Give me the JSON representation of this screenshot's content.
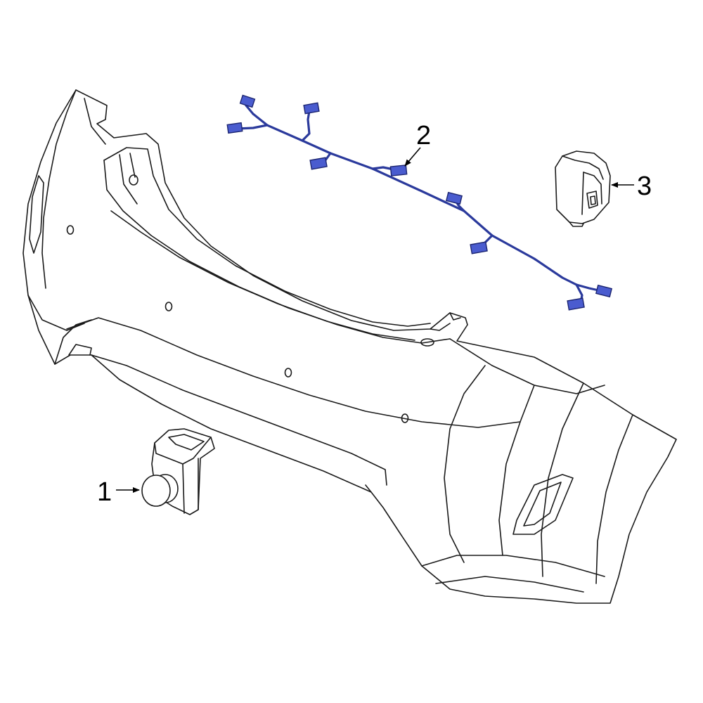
{
  "colors": {
    "line": "#1a1a1a",
    "harness": "#2b3a9c",
    "connector_fill": "#4a5ccf",
    "connector_stroke": "#1c2570",
    "background": "#ffffff"
  },
  "callouts": [
    {
      "id": "1",
      "label": "1",
      "part": "parking-sensor"
    },
    {
      "id": "2",
      "label": "2",
      "part": "wiring-harness"
    },
    {
      "id": "3",
      "label": "3",
      "part": "sensor-bracket"
    }
  ]
}
